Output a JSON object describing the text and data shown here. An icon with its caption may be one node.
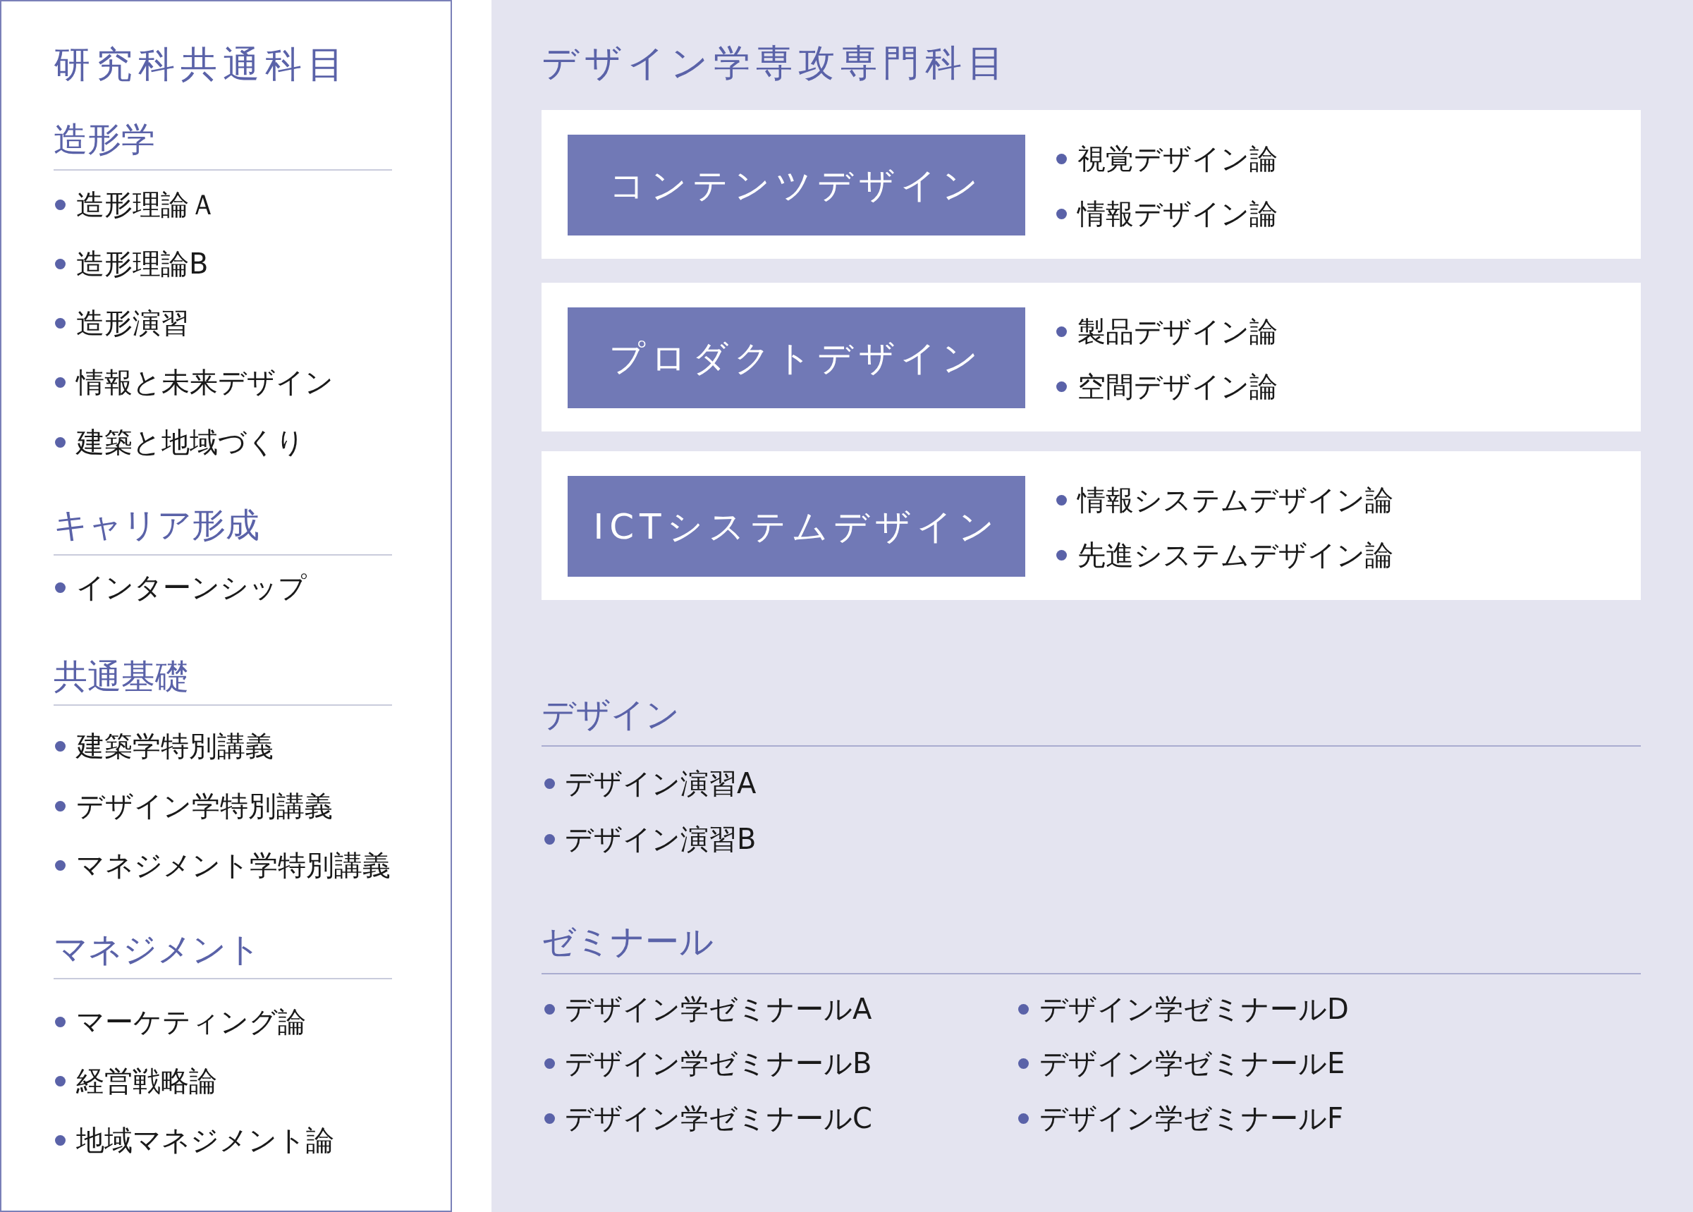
{
  "diagram": {
    "nodes": [
      {
        "text": [
          "研究科共通科目",
          "造形学",
          "造形理論Ａ",
          "造形理論B",
          "造形演習",
          "情報と未来デザイン",
          "建築と地域づくり",
          "キャリア形成",
          "インターンシップ",
          "共通基礎",
          "建築学特別講義",
          "デザイン学特別講義",
          "マネジメント学特別講義",
          "マネジメント",
          "マーケティング論",
          "経営戦略論",
          "地域マネジメント論"
        ]
      },
      {
        "text": [
          "デザイン学専攻専門科目",
          "デザイン",
          "デザイン演習A",
          "デザイン演習B",
          "ゼミナール",
          "デザイン学ゼミナールA",
          "デザイン学ゼミナールB",
          "デザイン学ゼミナールC",
          "デザイン学ゼミナールD",
          "デザイン学ゼミナールE",
          "デザイン学ゼミナールF"
        ]
      },
      {
        "text": [
          "視覚デザイン論",
          "情報デザイン論"
        ],
        "in": 1
      },
      {
        "text": [
          "コンテンツデザイン"
        ],
        "in": 2
      },
      {
        "text": [
          "製品デザイン論",
          "空間デザイン論"
        ],
        "in": 1
      },
      {
        "text": [
          "プロダクトデザイン"
        ],
        "in": 4
      },
      {
        "text": [
          "情報システムデザイン論",
          "先進システムデザイン論"
        ],
        "in": 1
      },
      {
        "text": [
          "ICTシステムデザイン"
        ],
        "in": 6
      }
    ]
  }
}
